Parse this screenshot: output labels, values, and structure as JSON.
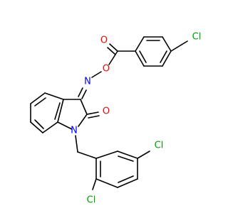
{
  "molecule": {
    "atoms": [
      {
        "id": "o_ester_carbonyl",
        "label": "O",
        "color": "#ff0000"
      },
      {
        "id": "o_ester_link",
        "label": "O",
        "color": "#ff0000"
      },
      {
        "id": "n_oxime",
        "label": "N",
        "color": "#0000ff"
      },
      {
        "id": "o_lactam",
        "label": "O",
        "color": "#ff0000"
      },
      {
        "id": "n_indole",
        "label": "N",
        "color": "#0000ff"
      },
      {
        "id": "cl_para_benzoyl",
        "label": "Cl",
        "color": "#00a000"
      },
      {
        "id": "cl_4_benzyl",
        "label": "Cl",
        "color": "#00a000"
      },
      {
        "id": "cl_2_benzyl",
        "label": "Cl",
        "color": "#00a000"
      }
    ],
    "bond_color": "#000000"
  }
}
